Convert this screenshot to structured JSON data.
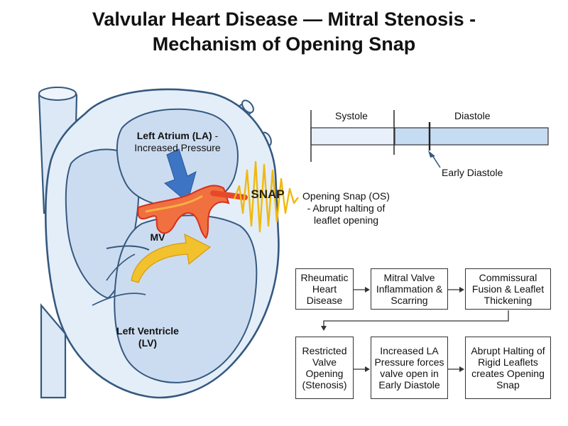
{
  "title": {
    "line1": "Valvular Heart Disease — Mitral Stenosis -",
    "line2": "Mechanism of Opening Snap"
  },
  "heart": {
    "la_title": "Left Atrium (LA) -",
    "la_subtitle": "Increased Pressure",
    "mv": "MV",
    "lv_line1": "Left Ventricle",
    "lv_line2": "(LV)",
    "snap": "SNAP",
    "os_title": "Opening Snap (OS)",
    "os_line2": "- Abrupt halting of",
    "os_line3": "leaflet opening"
  },
  "timeline": {
    "systole": "Systole",
    "diastole": "Diastole",
    "marker": "Early Diastole"
  },
  "flow": [
    {
      "text": "Rheumatic Heart Disease"
    },
    {
      "text": "Mitral Valve Inflammation & Scarring"
    },
    {
      "text": "Commissural Fusion & Leaflet Thickening"
    },
    {
      "text": "Restricted Valve Opening (Stenosis)"
    },
    {
      "text": "Increased LA Pressure forces valve open in Early Diastole"
    },
    {
      "text": "Abrupt Halting of Rigid Leaflets creates Opening Snap"
    }
  ],
  "colors": {
    "heart_fill": "#e4eef9",
    "heart_stroke": "#35597f",
    "chamber_fill": "#ccdcf0",
    "pressure_arrow": "#3d75c4",
    "valve": "#e8482a",
    "flow_arrow": "#f2c12e",
    "snap_wave": "#f0b90f"
  }
}
